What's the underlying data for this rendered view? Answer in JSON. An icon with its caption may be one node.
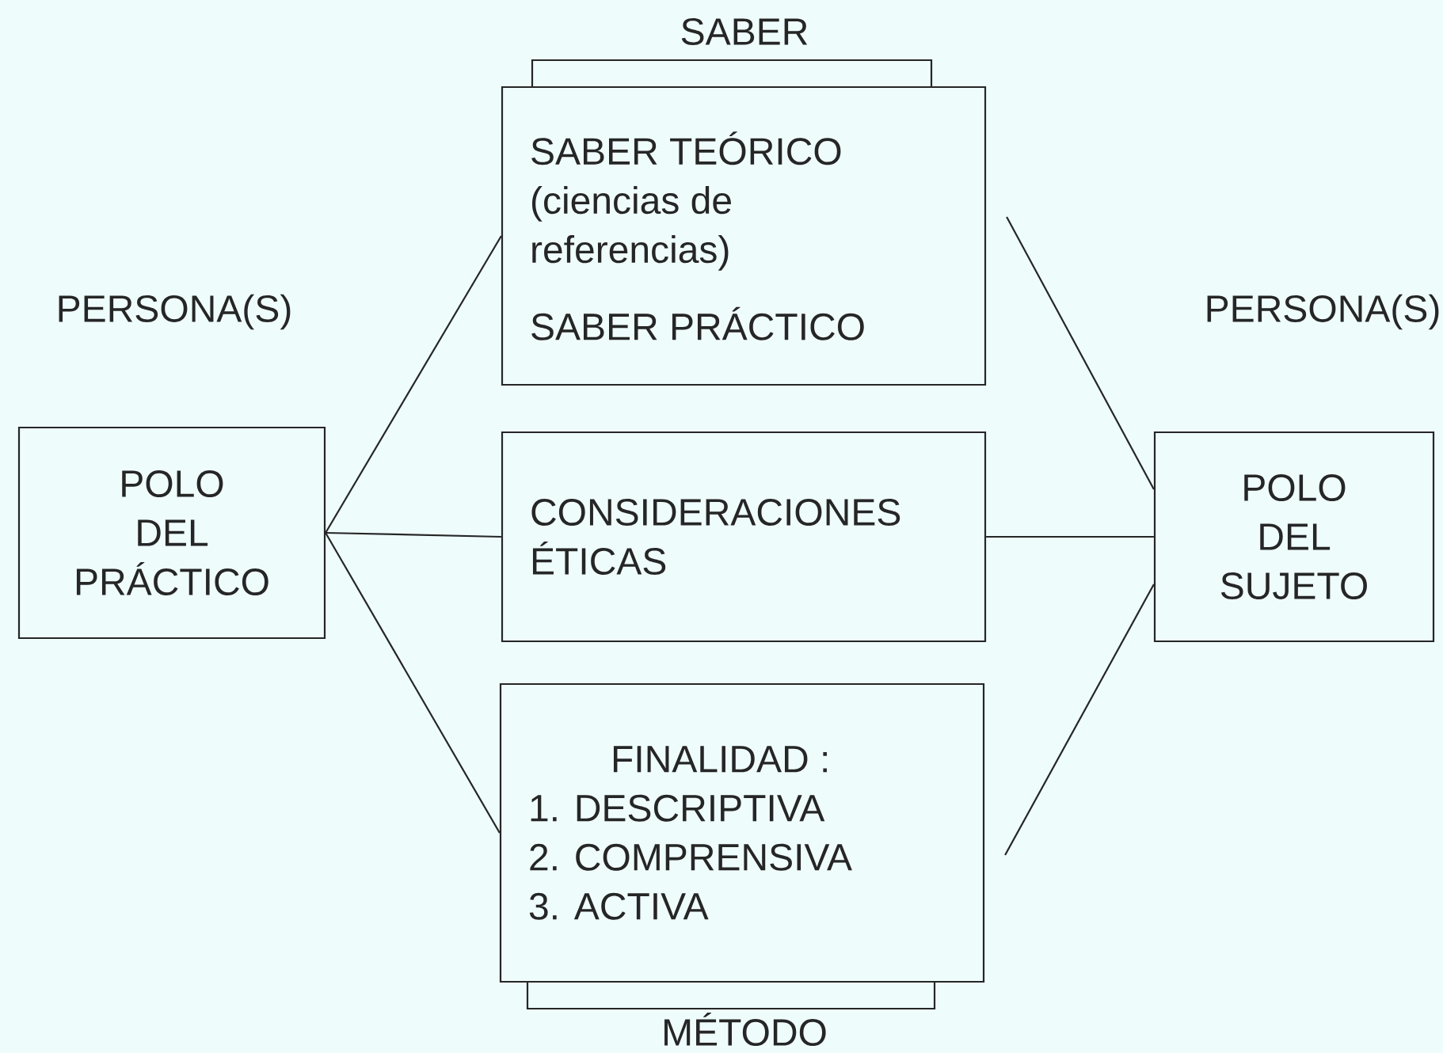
{
  "diagram": {
    "nodes": [
      {
        "text": [
          "POLO DEL PRÁCTICO"
        ],
        "beside": [
          "PERSONA(S)"
        ]
      },
      {
        "text": [
          "SABER TEÓRICO (ciencias de referencias)",
          "SABER PRÁCTICO"
        ],
        "beside": [
          "SABER"
        ]
      },
      {
        "text": [
          "CONSIDERACIONES ÉTICAS"
        ]
      },
      {
        "text": [
          "FINALIDAD :",
          "1. DESCRIPTIVA",
          "2. COMPRENSIVA",
          "3. ACTIVA"
        ],
        "beside": [
          "MÉTODO"
        ]
      },
      {
        "text": [
          "POLO DEL SUJETO"
        ],
        "beside": [
          "PERSONA(S)"
        ]
      }
    ],
    "edges": [
      {
        "from": 0,
        "to": 1,
        "arrow": "none"
      },
      {
        "from": 0,
        "to": 2,
        "arrow": "none"
      },
      {
        "from": 0,
        "to": 3,
        "arrow": "none"
      },
      {
        "from": 1,
        "to": 4,
        "arrow": "none"
      },
      {
        "from": 2,
        "to": 4,
        "arrow": "none"
      },
      {
        "from": 3,
        "to": 4,
        "arrow": "none"
      }
    ]
  }
}
